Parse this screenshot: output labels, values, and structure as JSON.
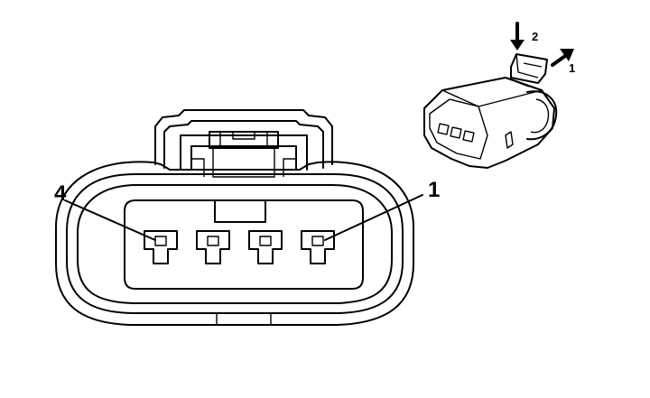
{
  "main_view": {
    "pin_label_left": "4",
    "pin_label_right": "1",
    "pin_count": 4
  },
  "inset_view": {
    "arrow_down_label": "2",
    "arrow_diag_label": "1"
  }
}
